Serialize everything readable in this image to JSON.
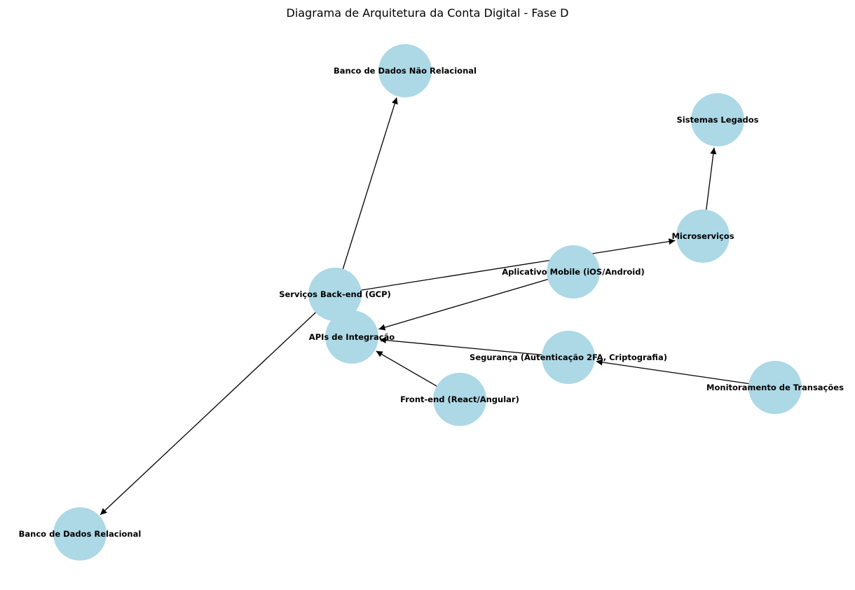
{
  "diagram": {
    "title": "Diagrama de Arquitetura da Conta Digital - Fase D",
    "node_color": "#add8e6",
    "edge_color": "#000000",
    "nodes": [
      {
        "id": "nosql",
        "label": "Banco de Dados Não Relacional"
      },
      {
        "id": "legacy",
        "label": "Sistemas Legados"
      },
      {
        "id": "micro",
        "label": "Microserviços"
      },
      {
        "id": "mobile",
        "label": "Aplicativo Mobile (iOS/Android)"
      },
      {
        "id": "backend",
        "label": "Serviços Back-end (GCP)"
      },
      {
        "id": "apis",
        "label": "APIs de Integração"
      },
      {
        "id": "security",
        "label": "Segurança (Autenticação 2FA, Criptografia)"
      },
      {
        "id": "monitor",
        "label": "Monitoramento de Transações"
      },
      {
        "id": "frontend",
        "label": "Front-end (React/Angular)"
      },
      {
        "id": "sql",
        "label": "Banco de Dados Relacional"
      }
    ],
    "edges": [
      {
        "from": "backend",
        "to": "nosql"
      },
      {
        "from": "backend",
        "to": "micro"
      },
      {
        "from": "backend",
        "to": "sql"
      },
      {
        "from": "micro",
        "to": "legacy"
      },
      {
        "from": "mobile",
        "to": "apis"
      },
      {
        "from": "frontend",
        "to": "apis"
      },
      {
        "from": "security",
        "to": "apis"
      },
      {
        "from": "monitor",
        "to": "security"
      }
    ]
  }
}
